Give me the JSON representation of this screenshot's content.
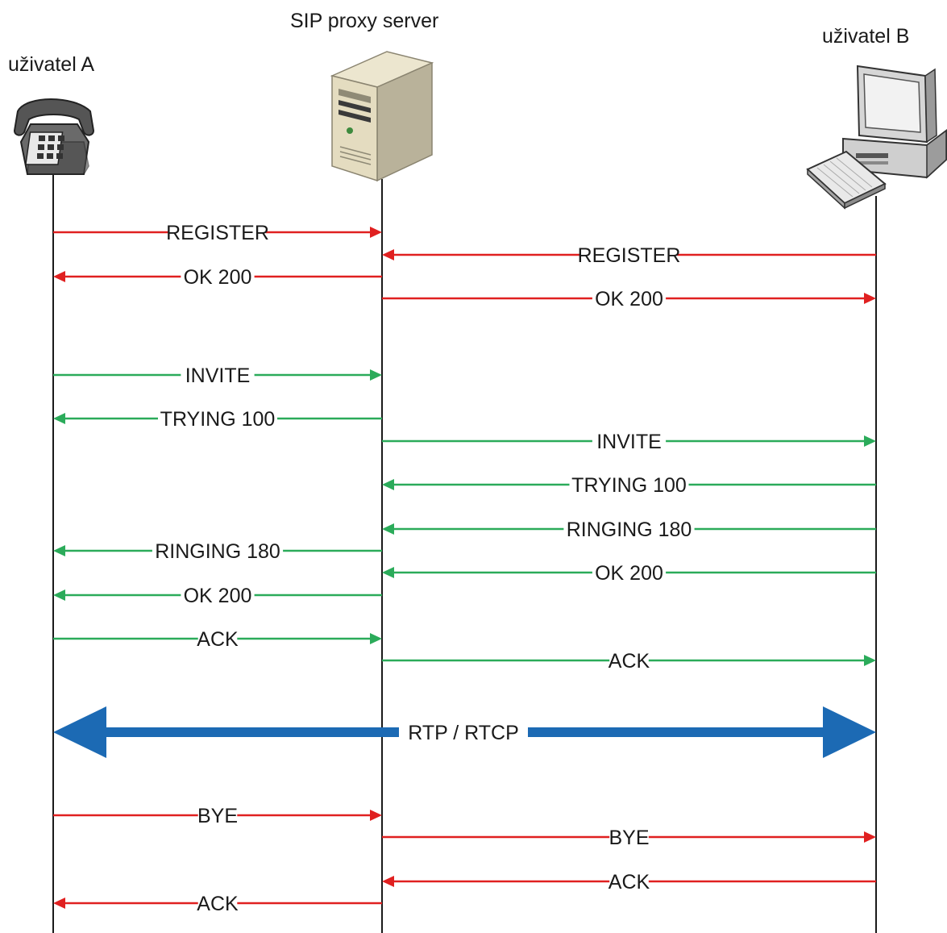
{
  "participants": {
    "user_a": {
      "label": "uživatel A",
      "icon": "telephone-icon"
    },
    "proxy": {
      "label": "SIP proxy server",
      "icon": "server-icon"
    },
    "user_b": {
      "label": "uživatel B",
      "icon": "computer-icon"
    }
  },
  "colors": {
    "registration": "#e02020",
    "call_setup": "#2bab5a",
    "media": "#1c6ab4",
    "teardown": "#e02020",
    "lifeline": "#1a1a1a"
  },
  "messages": [
    {
      "from": "user_a",
      "to": "proxy",
      "label": "REGISTER",
      "color": "registration"
    },
    {
      "from": "user_b",
      "to": "proxy",
      "label": "REGISTER",
      "color": "registration"
    },
    {
      "from": "proxy",
      "to": "user_a",
      "label": "OK 200",
      "color": "registration"
    },
    {
      "from": "proxy",
      "to": "user_b",
      "label": "OK 200",
      "color": "registration"
    },
    {
      "from": "user_a",
      "to": "proxy",
      "label": "INVITE",
      "color": "call_setup"
    },
    {
      "from": "proxy",
      "to": "user_a",
      "label": "TRYING 100",
      "color": "call_setup"
    },
    {
      "from": "proxy",
      "to": "user_b",
      "label": "INVITE",
      "color": "call_setup"
    },
    {
      "from": "user_b",
      "to": "proxy",
      "label": "TRYING 100",
      "color": "call_setup"
    },
    {
      "from": "user_b",
      "to": "proxy",
      "label": "RINGING 180",
      "color": "call_setup"
    },
    {
      "from": "proxy",
      "to": "user_a",
      "label": "RINGING 180",
      "color": "call_setup"
    },
    {
      "from": "user_b",
      "to": "proxy",
      "label": "OK 200",
      "color": "call_setup"
    },
    {
      "from": "proxy",
      "to": "user_a",
      "label": "OK 200",
      "color": "call_setup"
    },
    {
      "from": "user_a",
      "to": "proxy",
      "label": "ACK",
      "color": "call_setup"
    },
    {
      "from": "proxy",
      "to": "user_b",
      "label": "ACK",
      "color": "call_setup"
    },
    {
      "from": "user_a",
      "to": "user_b",
      "label": "RTP / RTCP",
      "color": "media",
      "bidirectional": true
    },
    {
      "from": "user_a",
      "to": "proxy",
      "label": "BYE",
      "color": "teardown"
    },
    {
      "from": "proxy",
      "to": "user_b",
      "label": "BYE",
      "color": "teardown"
    },
    {
      "from": "user_b",
      "to": "proxy",
      "label": "ACK",
      "color": "teardown"
    },
    {
      "from": "proxy",
      "to": "user_a",
      "label": "ACK",
      "color": "teardown"
    }
  ]
}
